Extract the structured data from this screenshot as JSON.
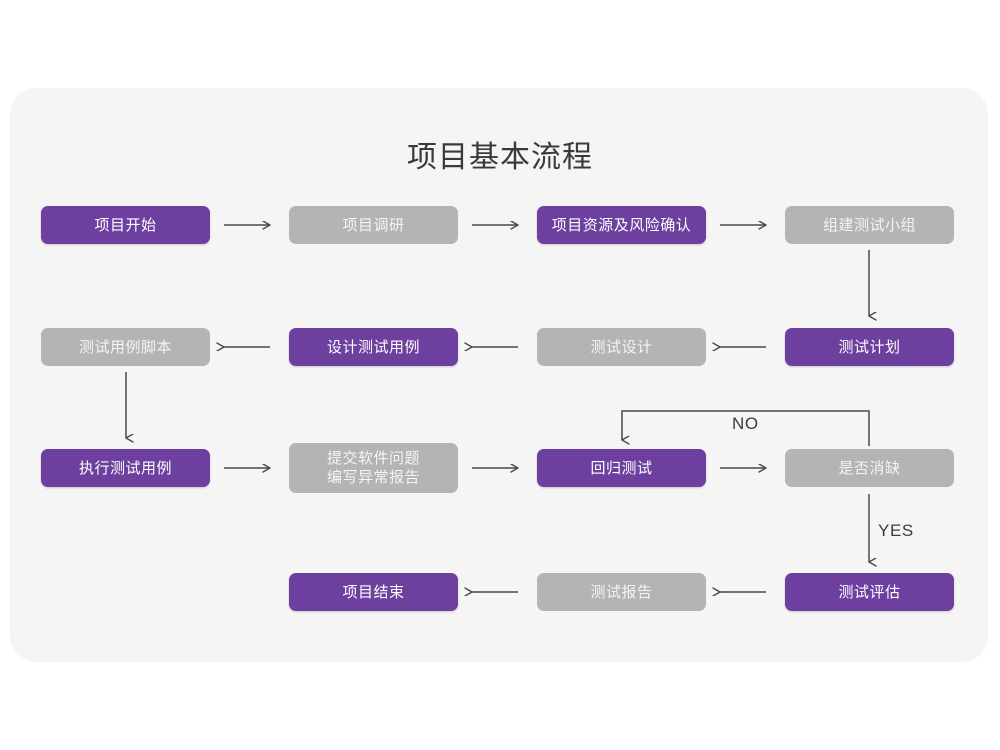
{
  "page": {
    "background_color": "#ffffff",
    "card_color": "#f5f5f5",
    "title": "项目基本流程"
  },
  "palette": {
    "accent_purple": "#6d3f9e",
    "muted_gray": "#b4b4b4",
    "node_text": "#ffffff",
    "connector": "#4a4a4a",
    "title_text": "#3a3a3a"
  },
  "chart_data": {
    "type": "diagram",
    "title": "项目基本流程",
    "nodes": [
      {
        "id": "n1",
        "label": "项目开始",
        "style": "purple",
        "row": 1,
        "col": 1
      },
      {
        "id": "n2",
        "label": "项目调研",
        "style": "gray",
        "row": 1,
        "col": 2
      },
      {
        "id": "n3",
        "label": "项目资源及风险确认",
        "style": "purple",
        "row": 1,
        "col": 3
      },
      {
        "id": "n4",
        "label": "组建测试小组",
        "style": "gray",
        "row": 1,
        "col": 4
      },
      {
        "id": "n5",
        "label": "测试用例脚本",
        "style": "gray",
        "row": 2,
        "col": 1
      },
      {
        "id": "n6",
        "label": "设计测试用例",
        "style": "purple",
        "row": 2,
        "col": 2
      },
      {
        "id": "n7",
        "label": "测试设计",
        "style": "gray",
        "row": 2,
        "col": 3
      },
      {
        "id": "n8",
        "label": "测试计划",
        "style": "purple",
        "row": 2,
        "col": 4
      },
      {
        "id": "n9",
        "label": "执行测试用例",
        "style": "purple",
        "row": 3,
        "col": 1
      },
      {
        "id": "n10",
        "label": "提交软件问题\n编写异常报告",
        "style": "gray",
        "row": 3,
        "col": 2
      },
      {
        "id": "n11",
        "label": "回归测试",
        "style": "purple",
        "row": 3,
        "col": 3
      },
      {
        "id": "n12",
        "label": "是否消缺",
        "style": "gray",
        "row": 3,
        "col": 4
      },
      {
        "id": "n13",
        "label": "项目结束",
        "style": "purple",
        "row": 4,
        "col": 2
      },
      {
        "id": "n14",
        "label": "测试报告",
        "style": "gray",
        "row": 4,
        "col": 3
      },
      {
        "id": "n15",
        "label": "测试评估",
        "style": "purple",
        "row": 4,
        "col": 4
      }
    ],
    "edges": [
      {
        "from": "n1",
        "to": "n2",
        "label": "",
        "direction": "right"
      },
      {
        "from": "n2",
        "to": "n3",
        "label": "",
        "direction": "right"
      },
      {
        "from": "n3",
        "to": "n4",
        "label": "",
        "direction": "right"
      },
      {
        "from": "n4",
        "to": "n8",
        "label": "",
        "direction": "down"
      },
      {
        "from": "n8",
        "to": "n7",
        "label": "",
        "direction": "left"
      },
      {
        "from": "n7",
        "to": "n6",
        "label": "",
        "direction": "left"
      },
      {
        "from": "n6",
        "to": "n5",
        "label": "",
        "direction": "left"
      },
      {
        "from": "n5",
        "to": "n9",
        "label": "",
        "direction": "down"
      },
      {
        "from": "n9",
        "to": "n10",
        "label": "",
        "direction": "right"
      },
      {
        "from": "n10",
        "to": "n11",
        "label": "",
        "direction": "right"
      },
      {
        "from": "n11",
        "to": "n12",
        "label": "",
        "direction": "right"
      },
      {
        "from": "n12",
        "to": "n11",
        "label": "NO",
        "direction": "loop-up-left"
      },
      {
        "from": "n12",
        "to": "n15",
        "label": "YES",
        "direction": "down"
      },
      {
        "from": "n15",
        "to": "n14",
        "label": "",
        "direction": "left"
      },
      {
        "from": "n14",
        "to": "n13",
        "label": "",
        "direction": "left"
      }
    ],
    "edge_labels": [
      "NO",
      "YES"
    ]
  }
}
